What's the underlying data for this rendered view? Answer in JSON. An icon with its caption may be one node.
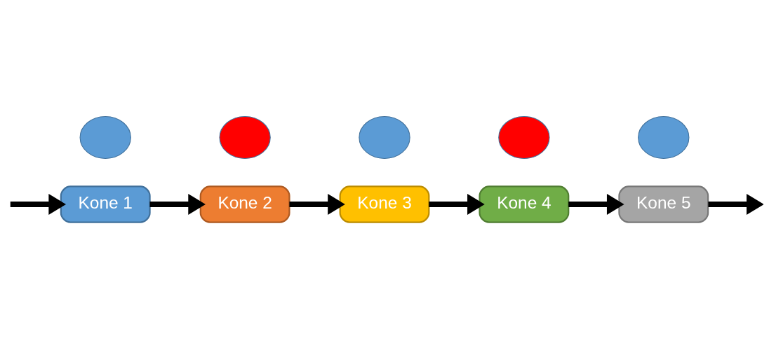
{
  "diagram": {
    "nodes": [
      {
        "text": [
          "Kone 1"
        ]
      },
      {
        "text": [],
        "shape": "circle"
      },
      {
        "text": [
          "Kone 2"
        ]
      },
      {
        "text": [],
        "shape": "circle"
      },
      {
        "text": [],
        "shape": "circle"
      },
      {
        "text": [
          "Kone 3"
        ]
      },
      {
        "text": [],
        "shape": "circle"
      },
      {
        "text": [],
        "shape": "circle"
      },
      {
        "text": [
          "Kone 5"
        ]
      },
      {
        "text": [
          "Kone 4"
        ]
      }
    ],
    "edges": [
      {
        "from": null,
        "to": 0,
        "arrow": "to"
      },
      {
        "from": 0,
        "to": 2,
        "arrow": "to"
      },
      {
        "from": 2,
        "to": 5,
        "arrow": "to"
      },
      {
        "from": 5,
        "to": 9,
        "arrow": "to"
      },
      {
        "from": 9,
        "to": 8,
        "arrow": "to"
      },
      {
        "from": 8,
        "to": null,
        "arrow": "to"
      }
    ]
  }
}
